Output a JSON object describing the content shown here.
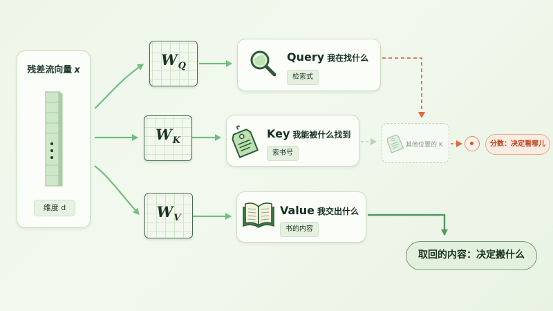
{
  "input": {
    "title": "残差流向量",
    "symbol": "x",
    "dimension_label": "维度 d"
  },
  "weights": {
    "q": {
      "letter": "W",
      "sub": "Q"
    },
    "k": {
      "letter": "W",
      "sub": "K"
    },
    "v": {
      "letter": "W",
      "sub": "V"
    }
  },
  "query": {
    "title_en": "Query",
    "title_zh": "我在找什么",
    "chip": "检索式",
    "icon": "magnifier-icon"
  },
  "key": {
    "title_en": "Key",
    "title_zh": "我能被什么找到",
    "chip": "索书号",
    "icon": "tag-icon"
  },
  "value": {
    "title_en": "Value",
    "title_zh": "我交出什么",
    "chip": "书的内容",
    "icon": "open-book-icon"
  },
  "other_key": {
    "label": "其他位置的 K"
  },
  "score": {
    "label": "分数：决定看哪儿"
  },
  "result": {
    "label": "取回的内容：决定搬什么"
  },
  "colors": {
    "accent_green": "#6fbf7e",
    "score_orange": "#e0693f",
    "dark_green": "#2f6b3f"
  }
}
